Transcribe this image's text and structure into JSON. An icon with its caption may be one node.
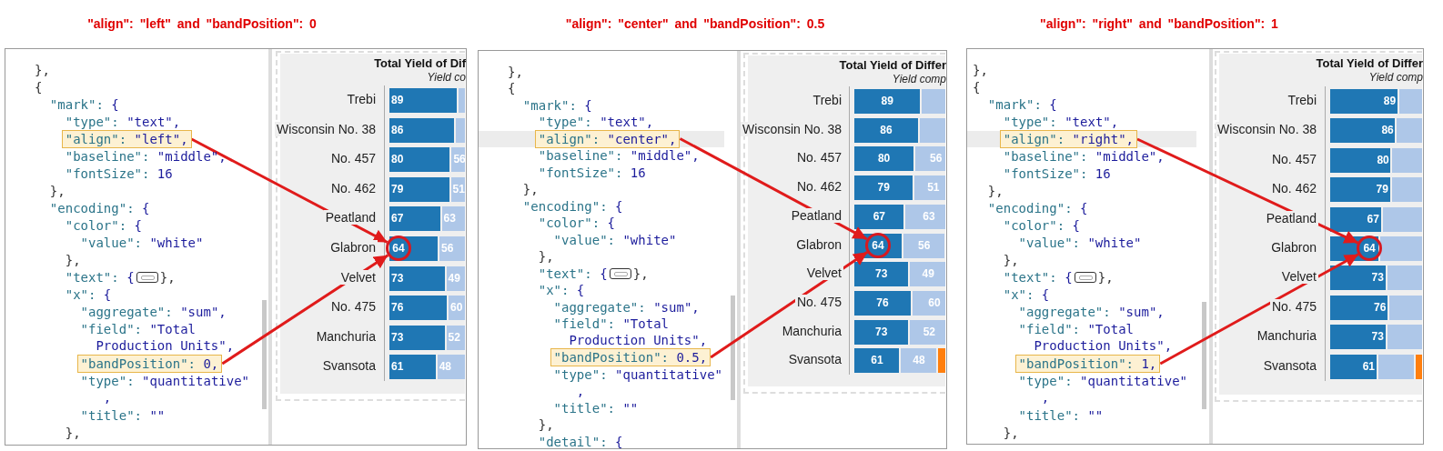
{
  "diagram": {
    "nodes": [
      {
        "text": [
          "\"align\": \"left\","
        ]
      },
      {
        "text": [
          "\"bandPosition\": 0,"
        ]
      },
      {
        "text": [
          "64"
        ]
      },
      {
        "text": [
          "\"align\": \"center\","
        ]
      },
      {
        "text": [
          "\"bandPosition\": 0.5,"
        ]
      },
      {
        "text": [
          "64"
        ]
      },
      {
        "text": [
          "\"align\": \"right\","
        ]
      },
      {
        "text": [
          "\"bandPosition\": 1,"
        ]
      },
      {
        "text": [
          "64"
        ]
      }
    ],
    "edges": [
      {
        "from": 0,
        "to": 2,
        "arrow": "to"
      },
      {
        "from": 1,
        "to": 2,
        "arrow": "to"
      },
      {
        "from": 3,
        "to": 5,
        "arrow": "to"
      },
      {
        "from": 4,
        "to": 5,
        "arrow": "to"
      },
      {
        "from": 6,
        "to": 8,
        "arrow": "to"
      },
      {
        "from": 7,
        "to": 8,
        "arrow": "to"
      }
    ],
    "labels": [
      "\"align\": \"left\" and \"bandPosition\": 0",
      "\"align\": \"center\" and \"bandPosition\": 0.5",
      "\"align\": \"right\" and \"bandPosition\": 1",
      "},",
      "{",
      "\"mark\": {",
      "\"type\": \"text\",",
      "\"baseline\": \"middle\",",
      "\"fontSize\": 16",
      "},",
      "\"encoding\": {",
      "\"color\": {",
      "\"value\": \"white\"",
      "},",
      "\"text\": {",
      "},",
      "\"x\": {",
      "\"aggregate\": \"sum\",",
      "\"field\": \"Total Production Units\",",
      "\"type\": \"quantitative\" ,",
      "\"title\": \"\"",
      "},",
      "Total Yield of Dif",
      "Yield co",
      "Trebi",
      "Wisconsin No. 38",
      "No. 457",
      "No. 462",
      "Peatland",
      "Glabron",
      "Velvet",
      "No. 475",
      "Manchuria",
      "Svansota",
      "89",
      "86",
      "80",
      "79",
      "67",
      "73",
      "76",
      "73",
      "61",
      "56",
      "51",
      "63",
      "56",
      "49",
      "60",
      "52",
      "48",
      "},",
      "{",
      "\"mark\": {",
      "\"type\": \"text\",",
      "\"baseline\": \"middle\",",
      "\"fontSize\": 16",
      "},",
      "\"encoding\": {",
      "\"color\": {",
      "\"value\": \"white\"",
      "},",
      "\"text\": {",
      "},",
      "\"x\": {",
      "\"aggregate\": \"sum\",",
      "\"field\": \"Total Production Units\",",
      "\"type\": \"quantitative\" ,",
      "\"title\": \"\"",
      "},",
      "\"detail\": {",
      "Total Yield of Differ",
      "Yield comp",
      "Trebi",
      "Wisconsin No. 38",
      "No. 457",
      "No. 462",
      "Peatland",
      "Glabron",
      "Velvet",
      "No. 475",
      "Manchuria",
      "Svansota",
      "89",
      "86",
      "80",
      "79",
      "67",
      "73",
      "76",
      "73",
      "61",
      "56",
      "51",
      "63",
      "56",
      "49",
      "60",
      "52",
      "48",
      "},",
      "{",
      "\"mark\": {",
      "\"type\": \"text\",",
      "\"baseline\": \"middle\",",
      "\"fontSize\": 16",
      "},",
      "\"encoding\": {",
      "\"color\": {",
      "\"value\": \"white\"",
      "},",
      "\"text\": {",
      "},",
      "\"x\": {",
      "\"aggregate\": \"sum\",",
      "\"field\": \"Total Production Units\",",
      "\"type\": \"quantitative\" ,",
      "\"title\": \"\"",
      "},",
      "Total Yield of Differ",
      "Yield comp",
      "Trebi",
      "Wisconsin No. 38",
      "No. 457",
      "No. 462",
      "Peatland",
      "Glabron",
      "Velvet",
      "No. 475",
      "Manchuria",
      "Svansota",
      "89",
      "86",
      "80",
      "79",
      "67",
      "73",
      "76",
      "73",
      "61"
    ]
  }
}
